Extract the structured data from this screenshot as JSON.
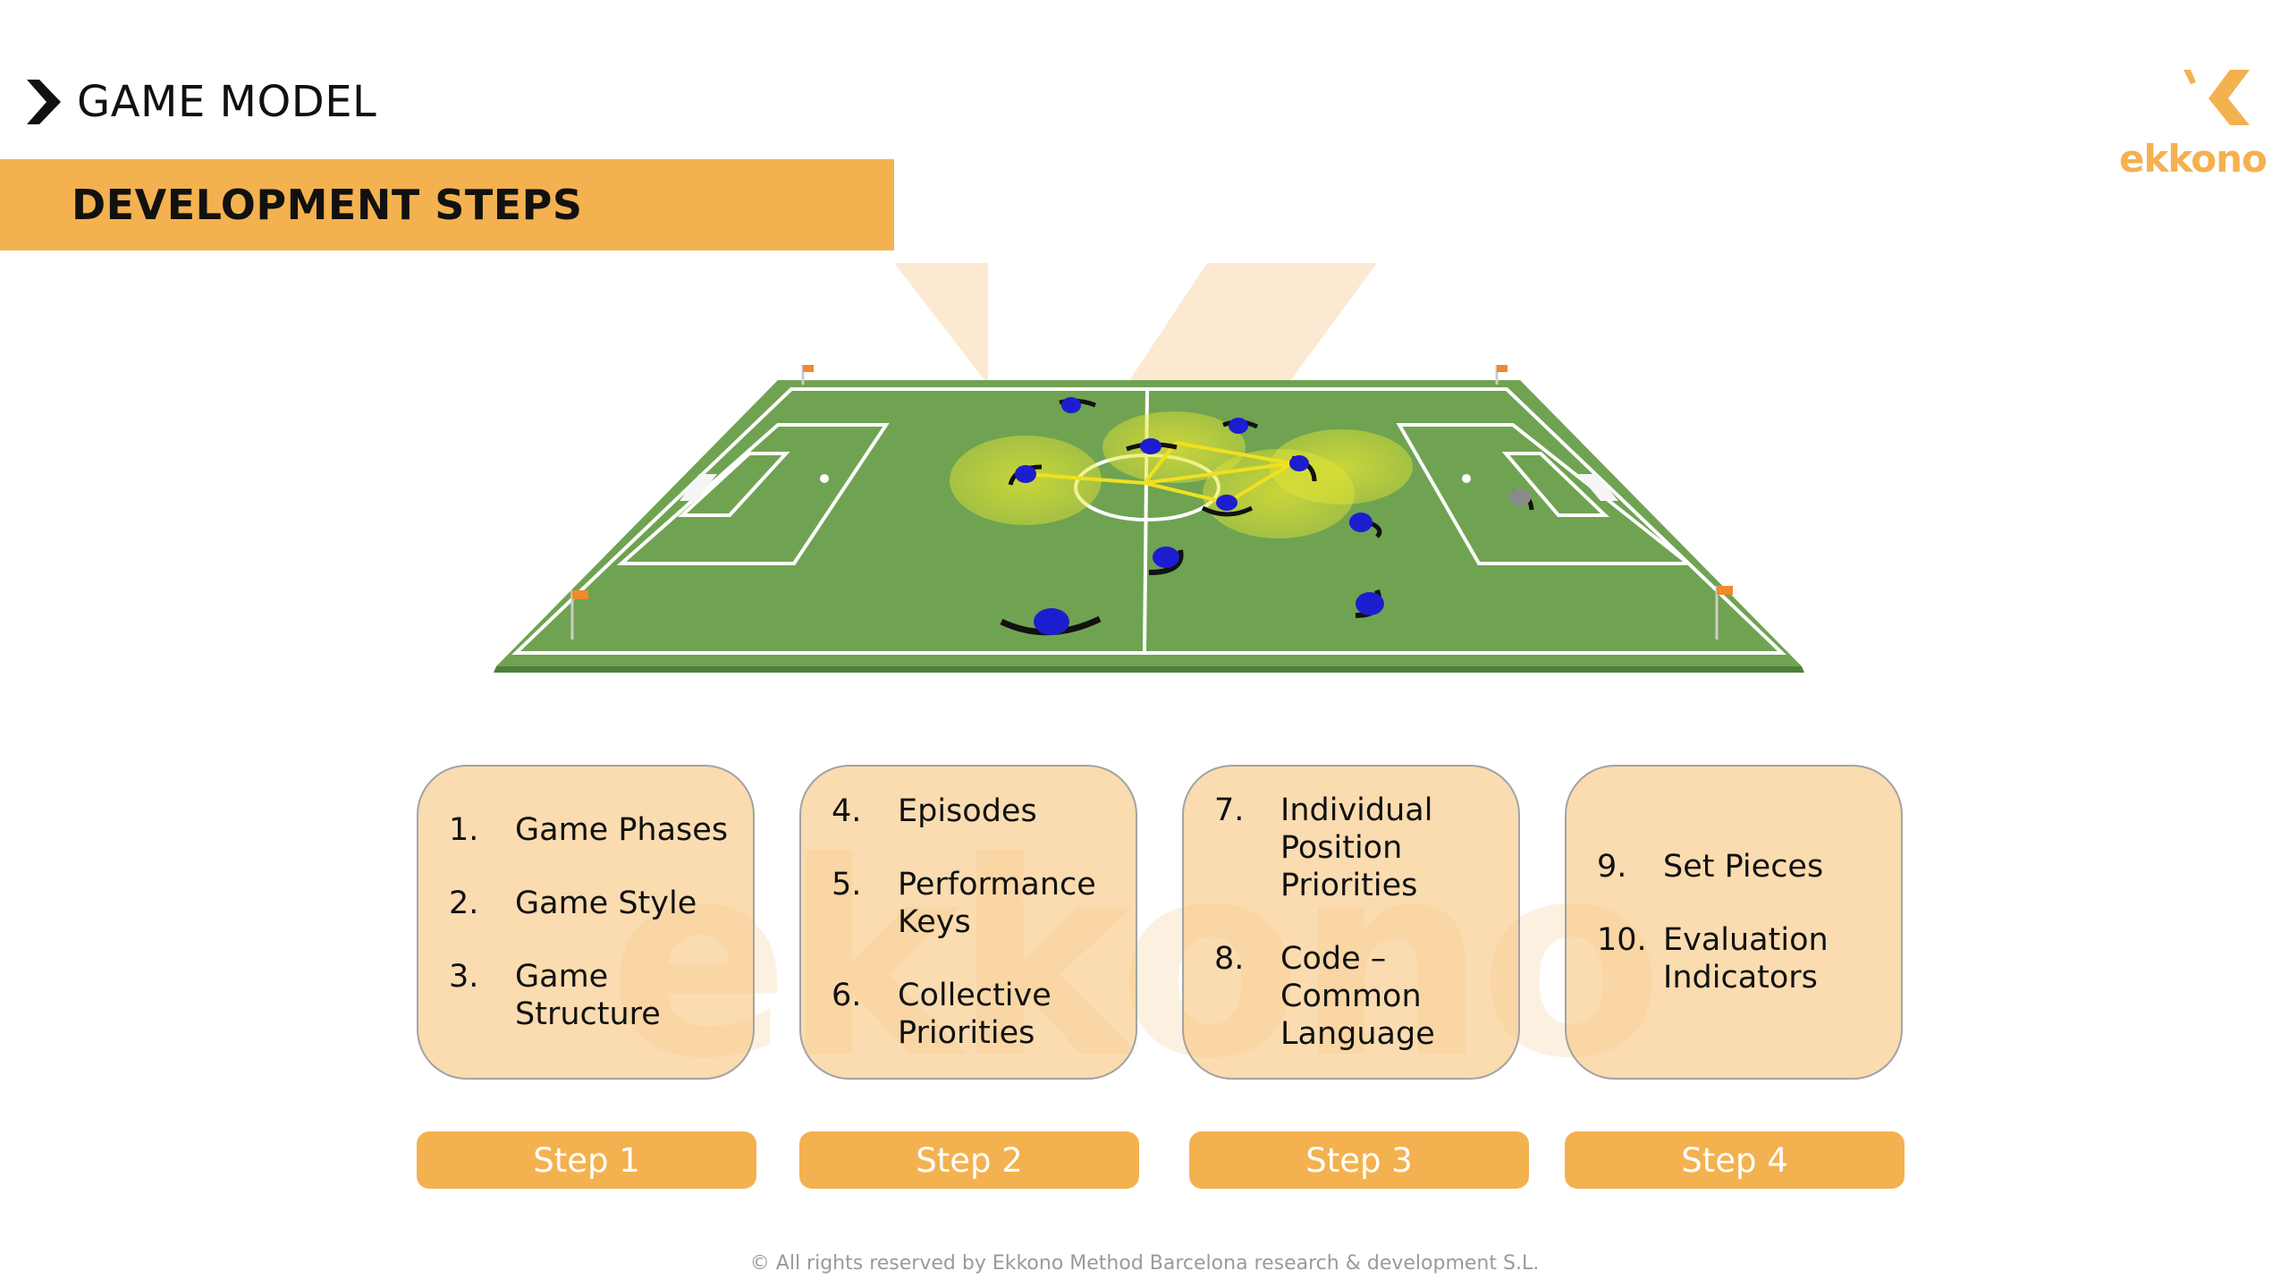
{
  "header": {
    "title": "GAME MODEL",
    "icon": "chevron-right-icon"
  },
  "banner": {
    "title": "DEVELOPMENT STEPS",
    "color": "#f4b14f"
  },
  "logo": {
    "text": "ekkono",
    "color": "#f4b14f"
  },
  "watermark": {
    "text": "ekkono"
  },
  "cards": [
    {
      "items": [
        {
          "num": "1.",
          "text": "Game Phases"
        },
        {
          "num": "2.",
          "text": "Game Style"
        },
        {
          "num": "3.",
          "text": "Game Structure"
        }
      ]
    },
    {
      "items": [
        {
          "num": "4.",
          "text": "Episodes"
        },
        {
          "num": "5.",
          "text": "Performance Keys"
        },
        {
          "num": "6.",
          "text": "Collective Priorities"
        }
      ]
    },
    {
      "items": [
        {
          "num": "7.",
          "text": "Individual Position Priorities"
        },
        {
          "num": "8.",
          "text": "Code – Common Language"
        }
      ]
    },
    {
      "items": [
        {
          "num": "9.",
          "text": "Set Pieces"
        },
        {
          "num": "10.",
          "text": "Evaluation Indicators"
        }
      ]
    }
  ],
  "steps": [
    {
      "label": "Step 1"
    },
    {
      "label": "Step 2"
    },
    {
      "label": "Step 3"
    },
    {
      "label": "Step 4"
    }
  ],
  "footer": {
    "text": "©  All rights reserved by Ekkono Method Barcelona research & development S.L."
  },
  "pitch": {
    "grass_color": "#6fa352",
    "player_color": "#1d1dd0",
    "goalkeeper_color": "#8a8a8a",
    "zone_color": "#e6e632"
  }
}
